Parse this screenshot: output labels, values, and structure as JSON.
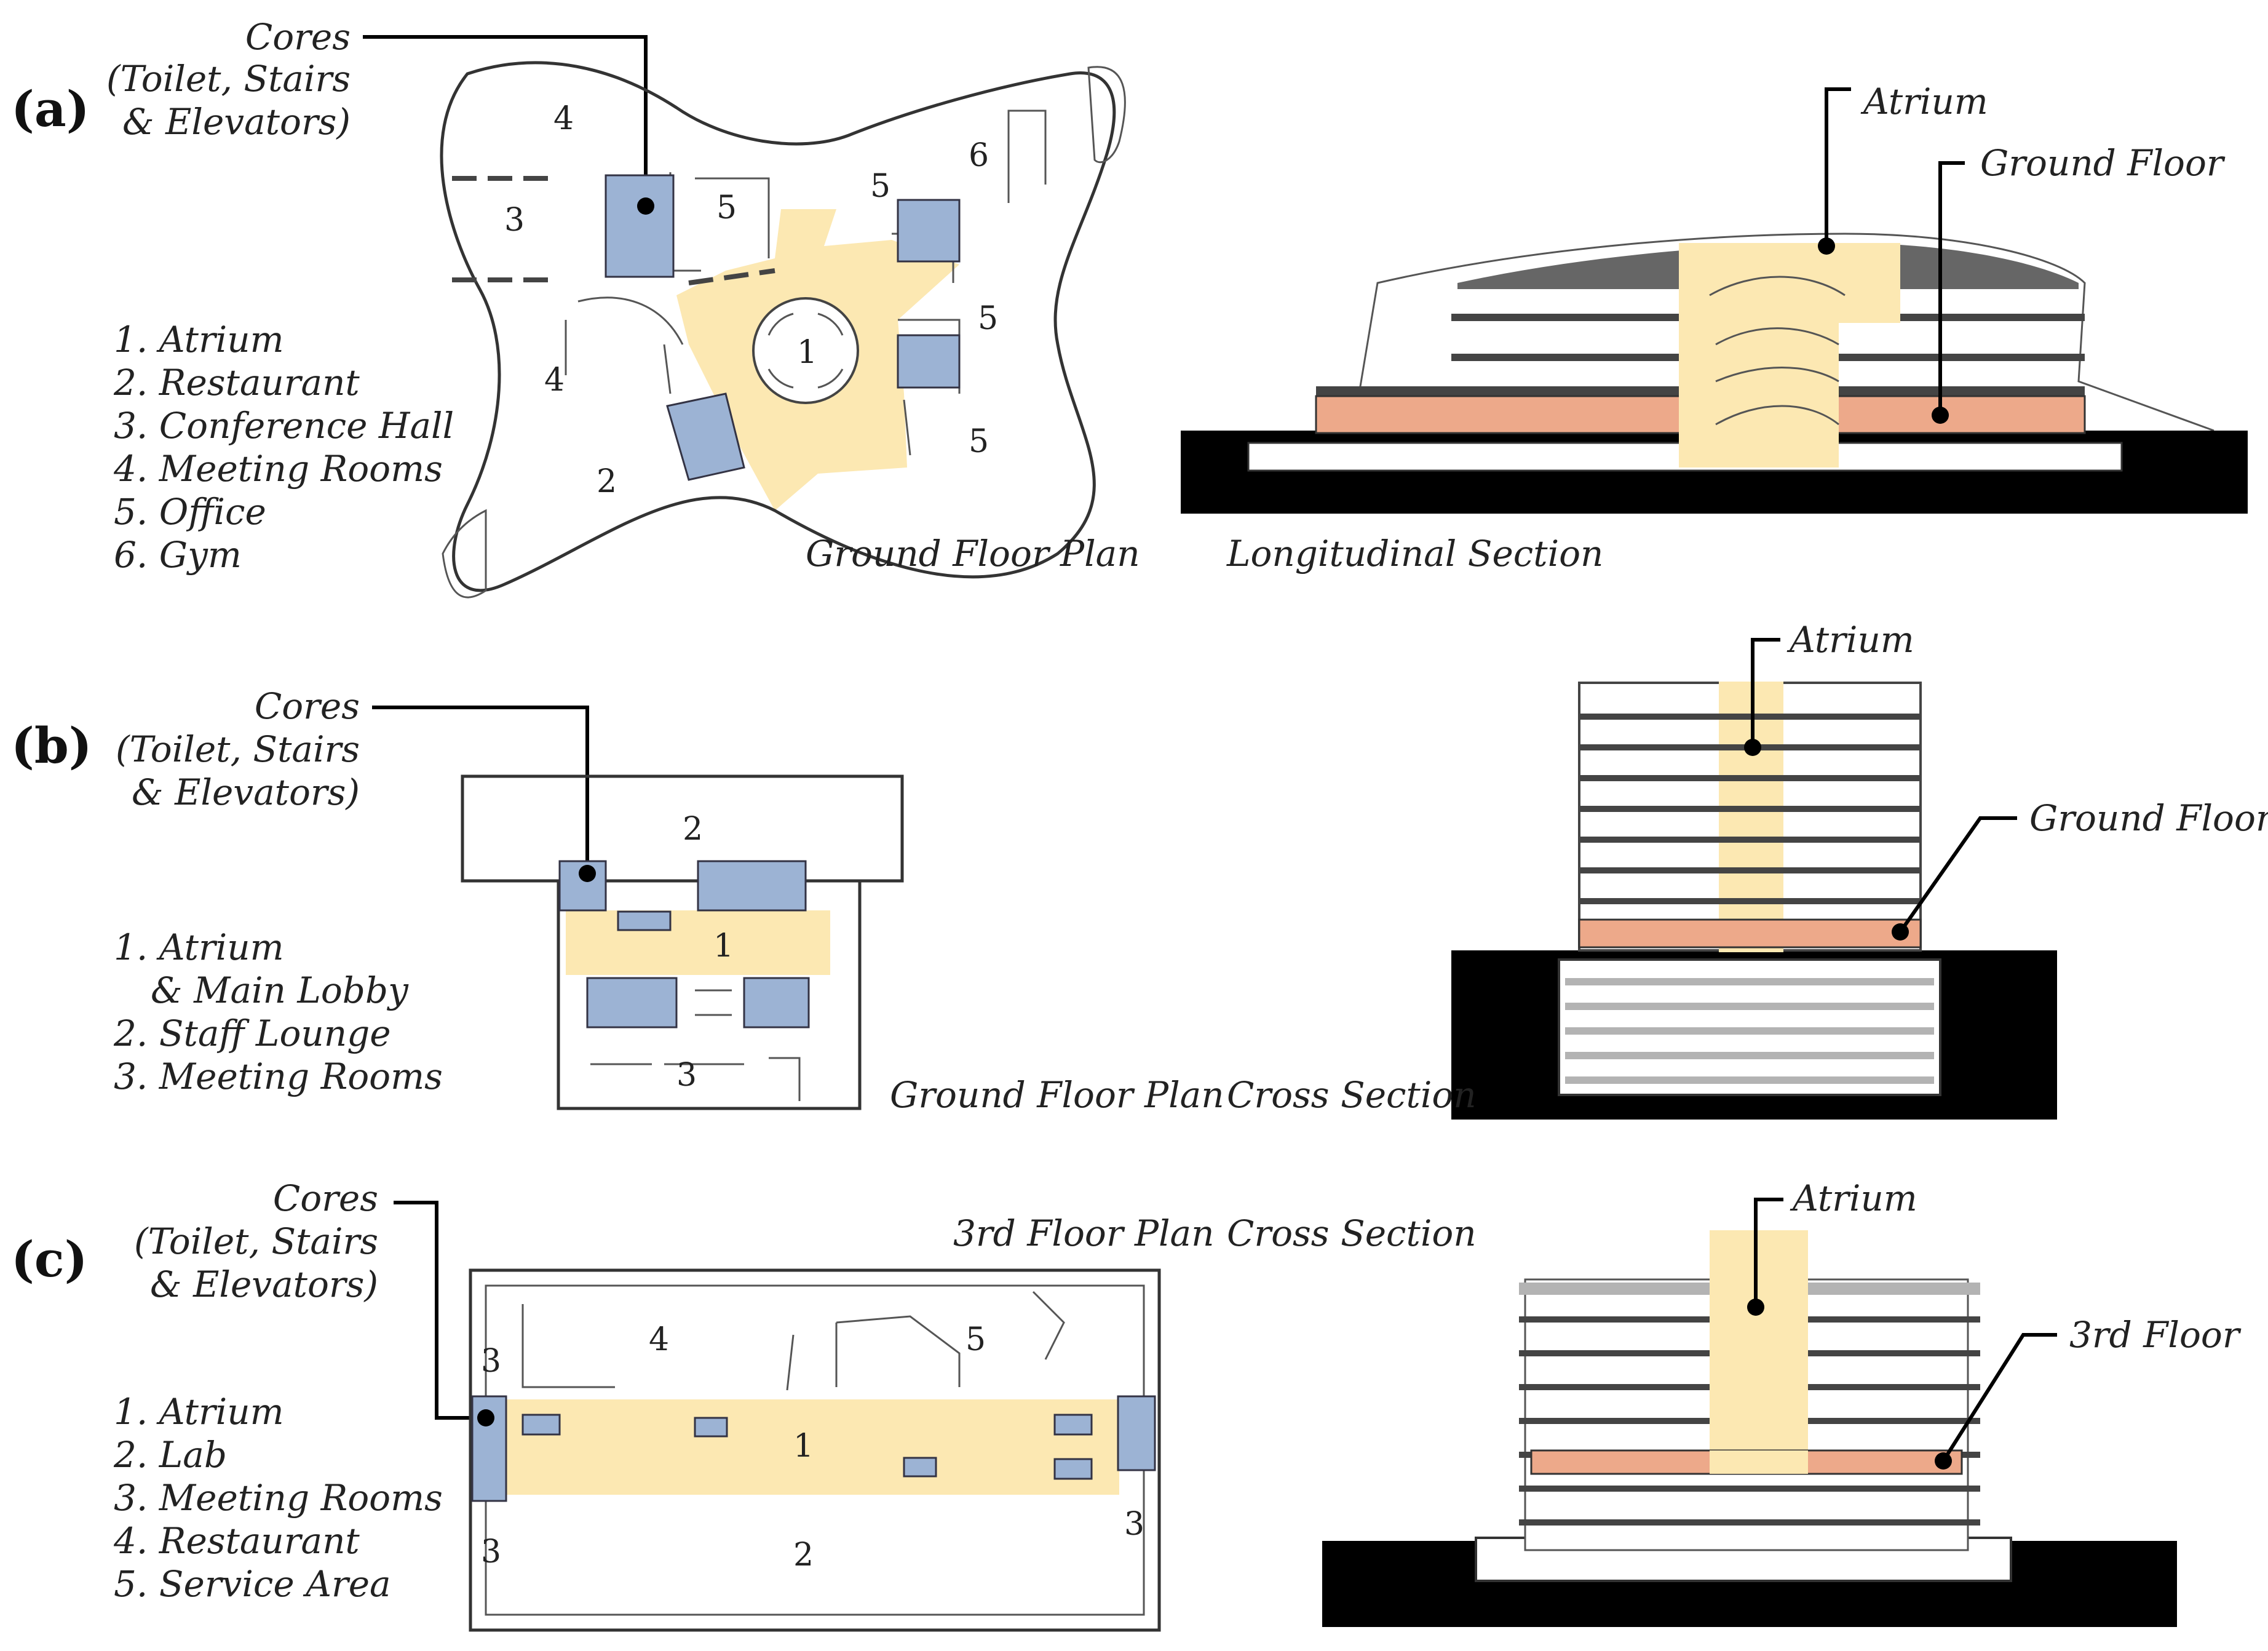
{
  "panels": {
    "a": {
      "label": "(a)",
      "cores_label": [
        "Cores",
        "(Toilet, Stairs",
        "& Elevators)"
      ],
      "legend": [
        "1. Atrium",
        "2. Restaurant",
        "3. Conference Hall",
        "4. Meeting Rooms",
        "5. Office",
        "6. Gym"
      ],
      "plan_title": "Ground Floor Plan",
      "section_title": "Longitudinal Section",
      "section_labels": [
        "Atrium",
        "Ground Floor"
      ],
      "room_numbers": [
        "4",
        "3",
        "5",
        "5",
        "6",
        "5",
        "1",
        "4",
        "5",
        "2"
      ]
    },
    "b": {
      "label": "(b)",
      "cores_label": [
        "Cores",
        "(Toilet, Stairs",
        "& Elevators)"
      ],
      "legend": [
        "1. Atrium",
        "& Main Lobby",
        "2. Staff Lounge",
        "3. Meeting Rooms"
      ],
      "plan_title": "Ground Floor Plan",
      "section_title": "Cross Section",
      "section_labels": [
        "Atrium",
        "Ground Floor"
      ],
      "room_numbers": [
        "2",
        "1",
        "3"
      ]
    },
    "c": {
      "label": "(c)",
      "cores_label": [
        "Cores",
        "(Toilet, Stairs",
        "& Elevators)"
      ],
      "legend": [
        "1. Atrium",
        "2. Lab",
        "3. Meeting Rooms",
        "4. Restaurant",
        "5. Service Area"
      ],
      "plan_title": "3rd Floor Plan",
      "section_title": "Cross Section",
      "section_labels": [
        "Atrium",
        "3rd Floor"
      ],
      "room_numbers": [
        "4",
        "5",
        "3",
        "1",
        "2",
        "3",
        "3"
      ]
    }
  },
  "colors": {
    "atrium": "#fce8b2",
    "cores": "#9cb3d4",
    "highlighted_floor": "#eda98a",
    "ground": "#000000"
  }
}
